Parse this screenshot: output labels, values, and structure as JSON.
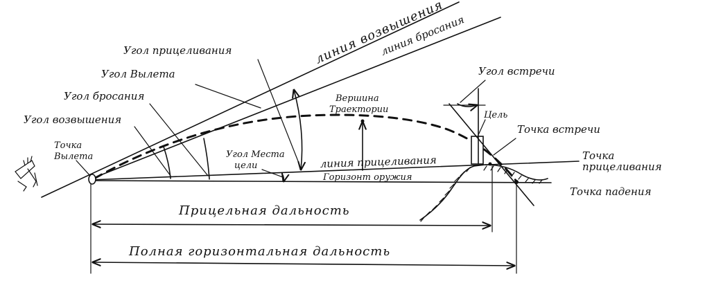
{
  "diagram": {
    "labels": {
      "elevation_line": "линия возвышения",
      "throw_line": "линия бросания",
      "aiming_angle": "Угол прицеливания",
      "departure_angle": "Угол Вылета",
      "throw_angle": "Угол бросания",
      "elevation_angle": "Угол возвышения",
      "departure_point_1": "Точка",
      "departure_point_2": "Вылета",
      "trajectory_vertex_1": "Вершина",
      "trajectory_vertex_2": "Траектории",
      "target_place_angle_1": "Угол Места",
      "target_place_angle_2": "цели",
      "aiming_line": "линия прицеливания",
      "weapon_horizon": "Горизонт оружия",
      "meeting_angle": "Угол встречи",
      "target": "Цель",
      "meeting_point": "Точка встречи",
      "aiming_point_1": "Точка",
      "aiming_point_2": "прицеливания",
      "fall_point": "Точка падения",
      "aiming_range": "Прицельная дальность",
      "full_horizontal_range": "Полная горизонтальная дальность"
    }
  }
}
